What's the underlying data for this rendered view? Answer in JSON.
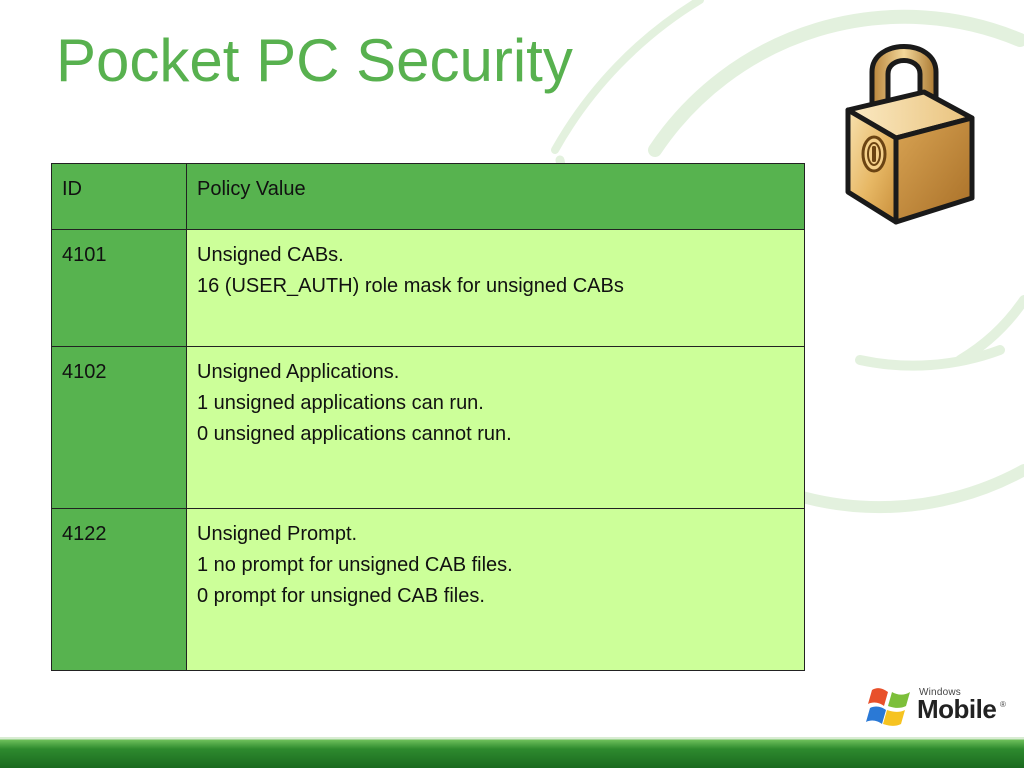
{
  "slide": {
    "title": "Pocket PC Security"
  },
  "table": {
    "headers": {
      "id": "ID",
      "value": "Policy Value"
    },
    "rows": [
      {
        "id": "4101",
        "lines": [
          "Unsigned CABs.",
          "16 (USER_AUTH) role mask for unsigned CABs"
        ]
      },
      {
        "id": "4102",
        "lines": [
          "Unsigned Applications.",
          "1 unsigned applications can run.",
          "0 unsigned applications cannot run."
        ]
      },
      {
        "id": "4122",
        "lines": [
          "Unsigned Prompt.",
          "1 no prompt for unsigned CAB files.",
          "0 prompt for unsigned CAB files."
        ]
      }
    ]
  },
  "logo": {
    "small_text": "Windows",
    "big_text": "Mobile",
    "registered": "®"
  },
  "colors": {
    "title": "#58b14f",
    "header_fill": "#57b34f",
    "cell_fill": "#ccff99",
    "footer": "#1b6a1f"
  },
  "icons": {
    "lock": "padlock-icon",
    "flag": "windows-flag-icon"
  }
}
